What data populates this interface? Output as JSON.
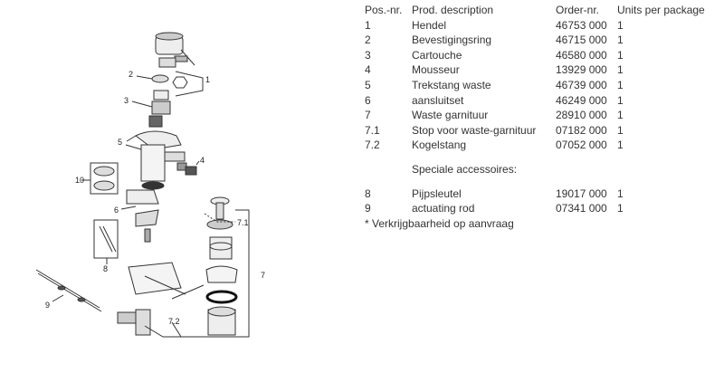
{
  "diagram": {
    "callouts": [
      "1",
      "2",
      "3",
      "4",
      "5",
      "6",
      "7",
      "7.1",
      "7.2",
      "8",
      "9",
      "10"
    ]
  },
  "table": {
    "headers": {
      "pos": "Pos.-nr.",
      "desc": "Prod. description",
      "order": "Order-nr.",
      "units": "Units per package"
    },
    "rows": [
      {
        "pos": "1",
        "desc": "Hendel",
        "order": "46753 000",
        "units": "1"
      },
      {
        "pos": "2",
        "desc": "Bevestigingsring",
        "order": "46715 000",
        "units": "1"
      },
      {
        "pos": "3",
        "desc": "Cartouche",
        "order": "46580 000",
        "units": "1"
      },
      {
        "pos": "4",
        "desc": "Mousseur",
        "order": "13929 000",
        "units": "1"
      },
      {
        "pos": "5",
        "desc": "Trekstang waste",
        "order": "46739 000",
        "units": "1"
      },
      {
        "pos": "6",
        "desc": "aansluitset",
        "order": "46249 000",
        "units": "1"
      },
      {
        "pos": "7",
        "desc": "Waste garnituur",
        "order": "28910 000",
        "units": "1"
      },
      {
        "pos": "7.1",
        "desc": "Stop voor waste-garnituur",
        "order": "07182 000",
        "units": "1"
      },
      {
        "pos": "7.2",
        "desc": "Kogelstang",
        "order": "07052 000",
        "units": "1"
      }
    ],
    "section_heading": "Speciale accessoires:",
    "accessory_rows": [
      {
        "pos": "8",
        "desc": "Pijpsleutel",
        "order": "19017 000",
        "units": "1"
      },
      {
        "pos": "9",
        "desc": "actuating rod",
        "order": "07341 000",
        "units": "1"
      }
    ],
    "footnote": "* Verkrijgbaarheid op aanvraag"
  }
}
